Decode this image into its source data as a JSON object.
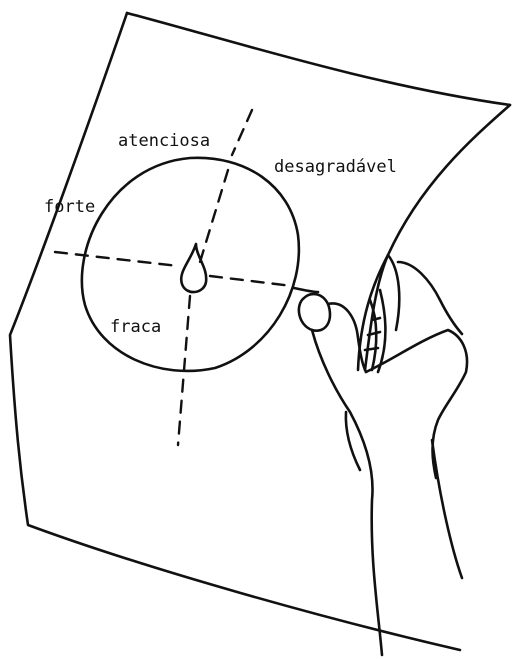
{
  "labels": {
    "top": "atenciosa",
    "right": "desagradável",
    "left": "forte",
    "bottom": "fraca"
  },
  "colors": {
    "ink": "#111111",
    "paper": "#ffffff"
  }
}
